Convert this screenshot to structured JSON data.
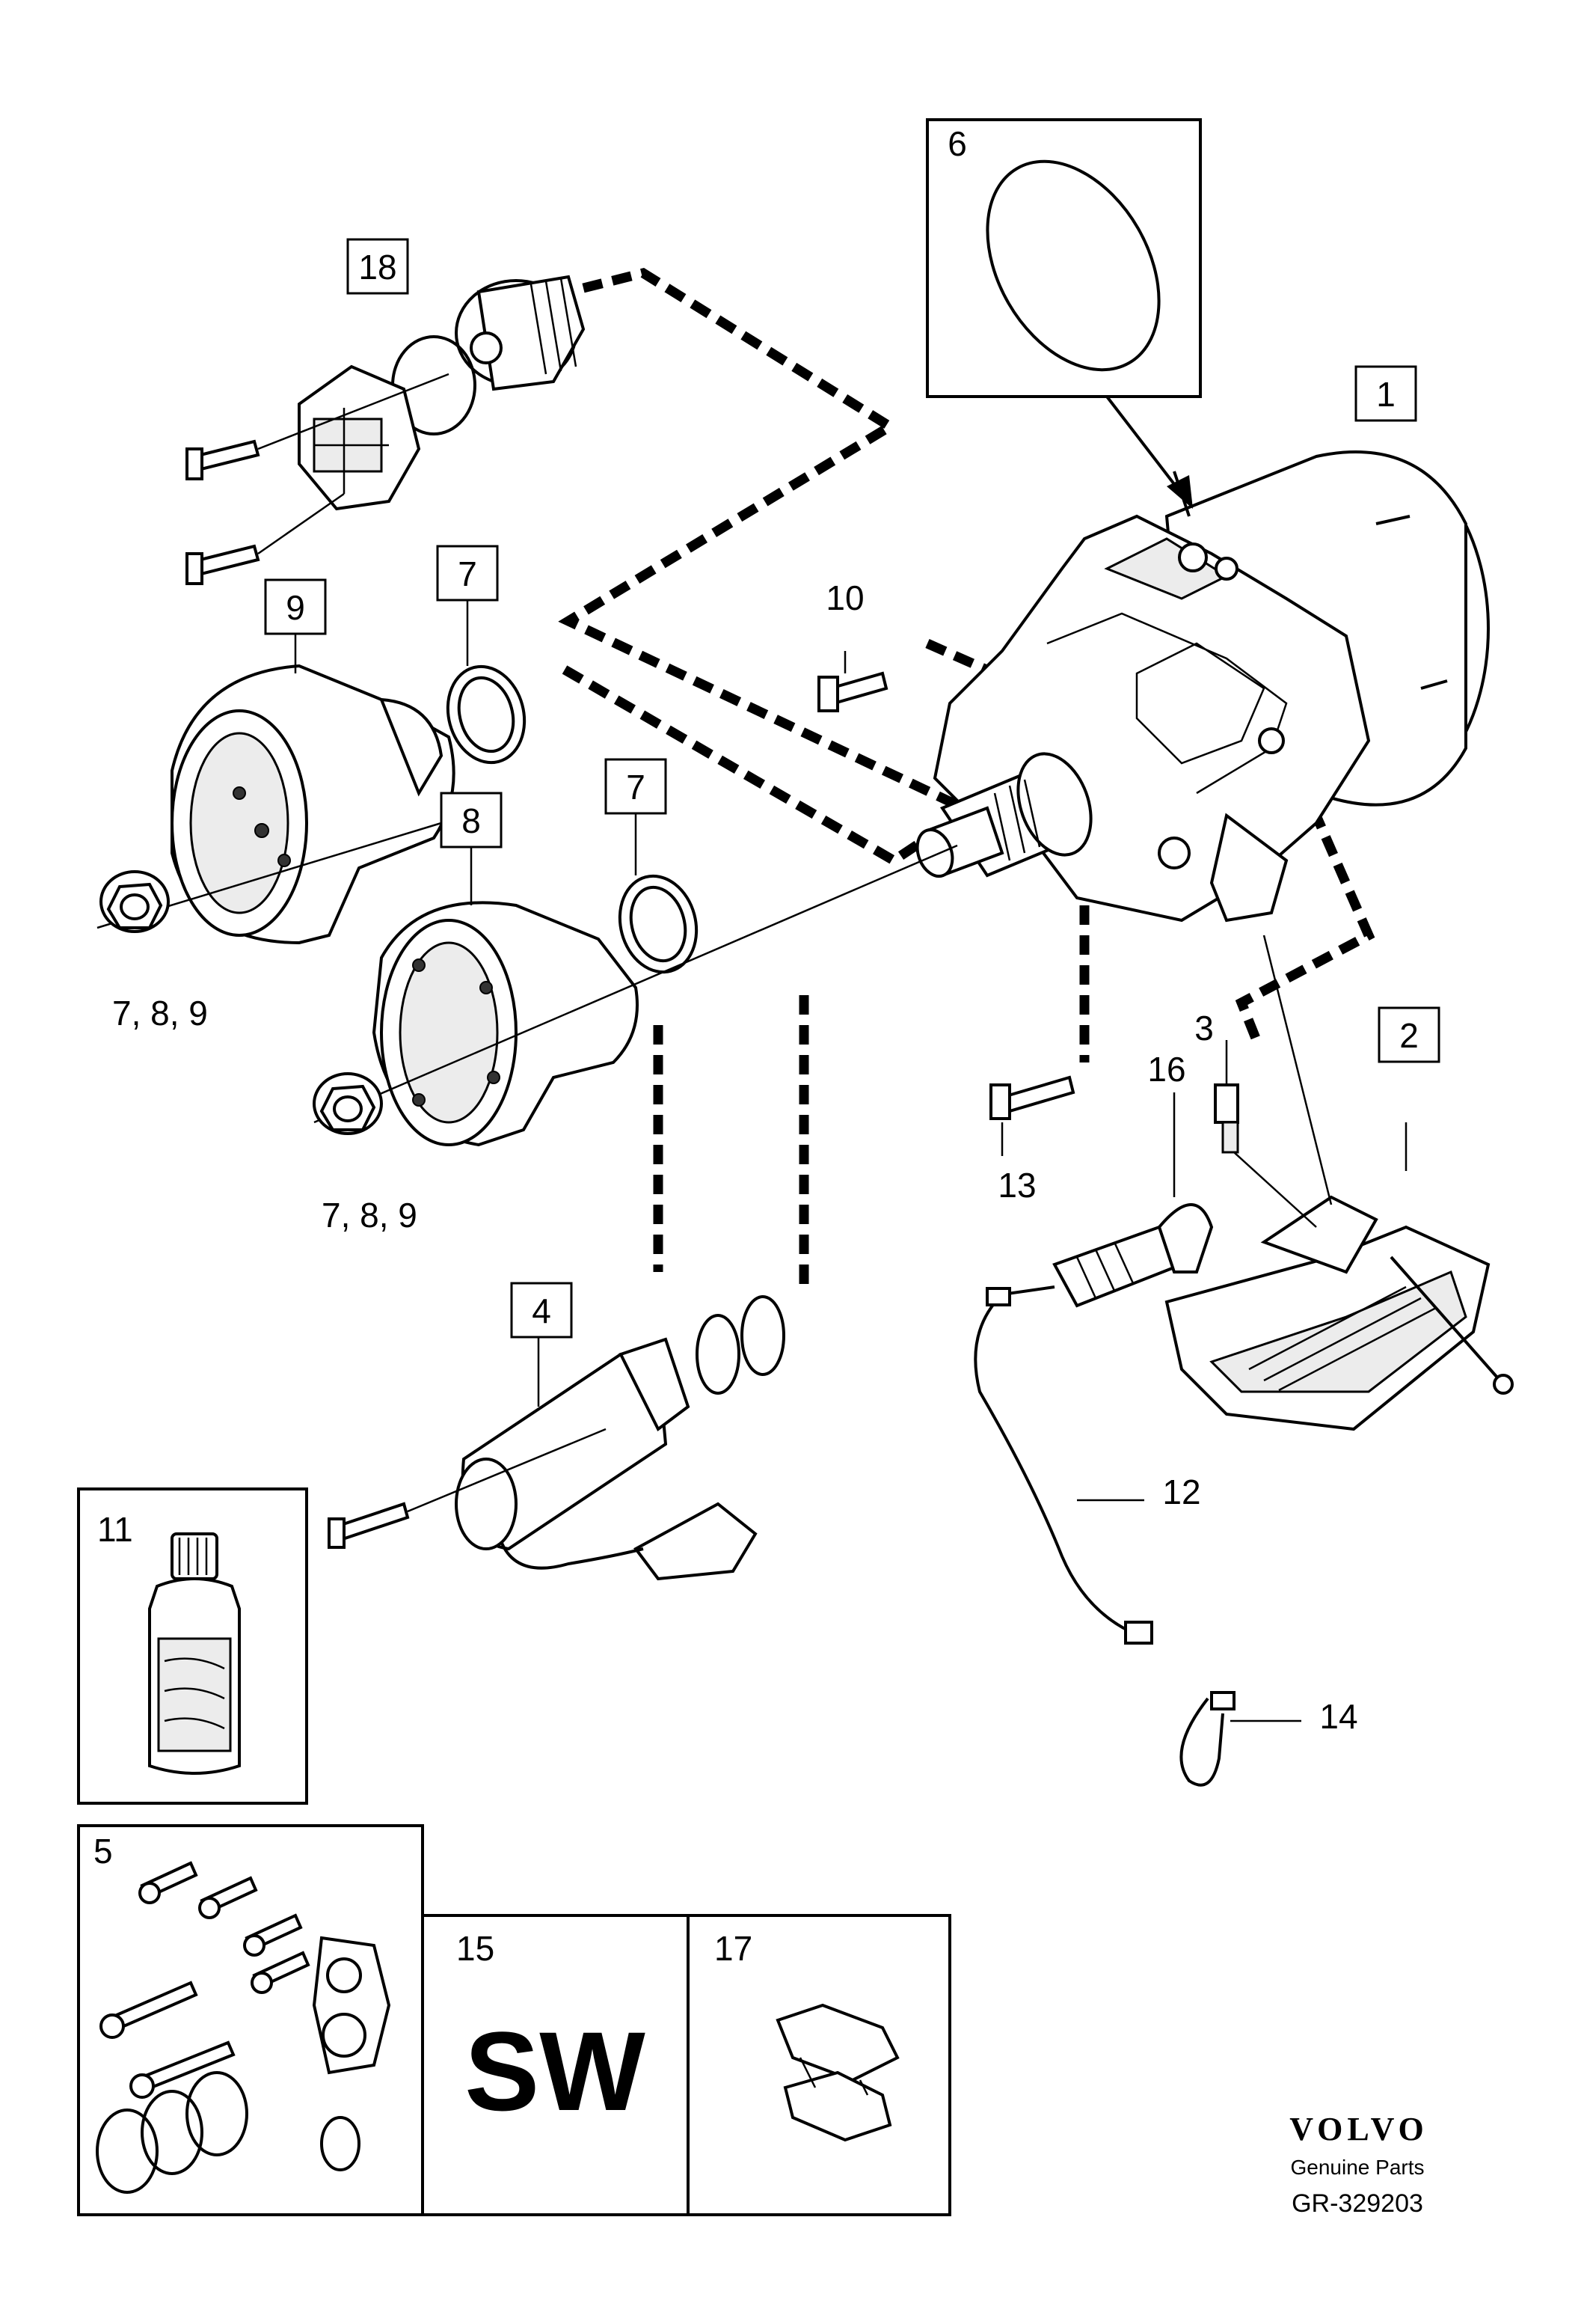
{
  "callouts": {
    "c1": "1",
    "c2": "2",
    "c3": "3",
    "c4": "4",
    "c5": "5",
    "c6": "6",
    "c7a": "7",
    "c7b": "7",
    "c8": "8",
    "c9": "9",
    "c10": "10",
    "c11": "11",
    "c12": "12",
    "c13": "13",
    "c14": "14",
    "c15": "15",
    "c16": "16",
    "c17": "17",
    "c18": "18",
    "multi_a": "7,  8,  9",
    "multi_b": "7,  8,  9"
  },
  "kit_15_label": "SW",
  "brand": {
    "logo": "VOLVO",
    "tagline": "Genuine Parts",
    "reference": "GR-329203"
  }
}
